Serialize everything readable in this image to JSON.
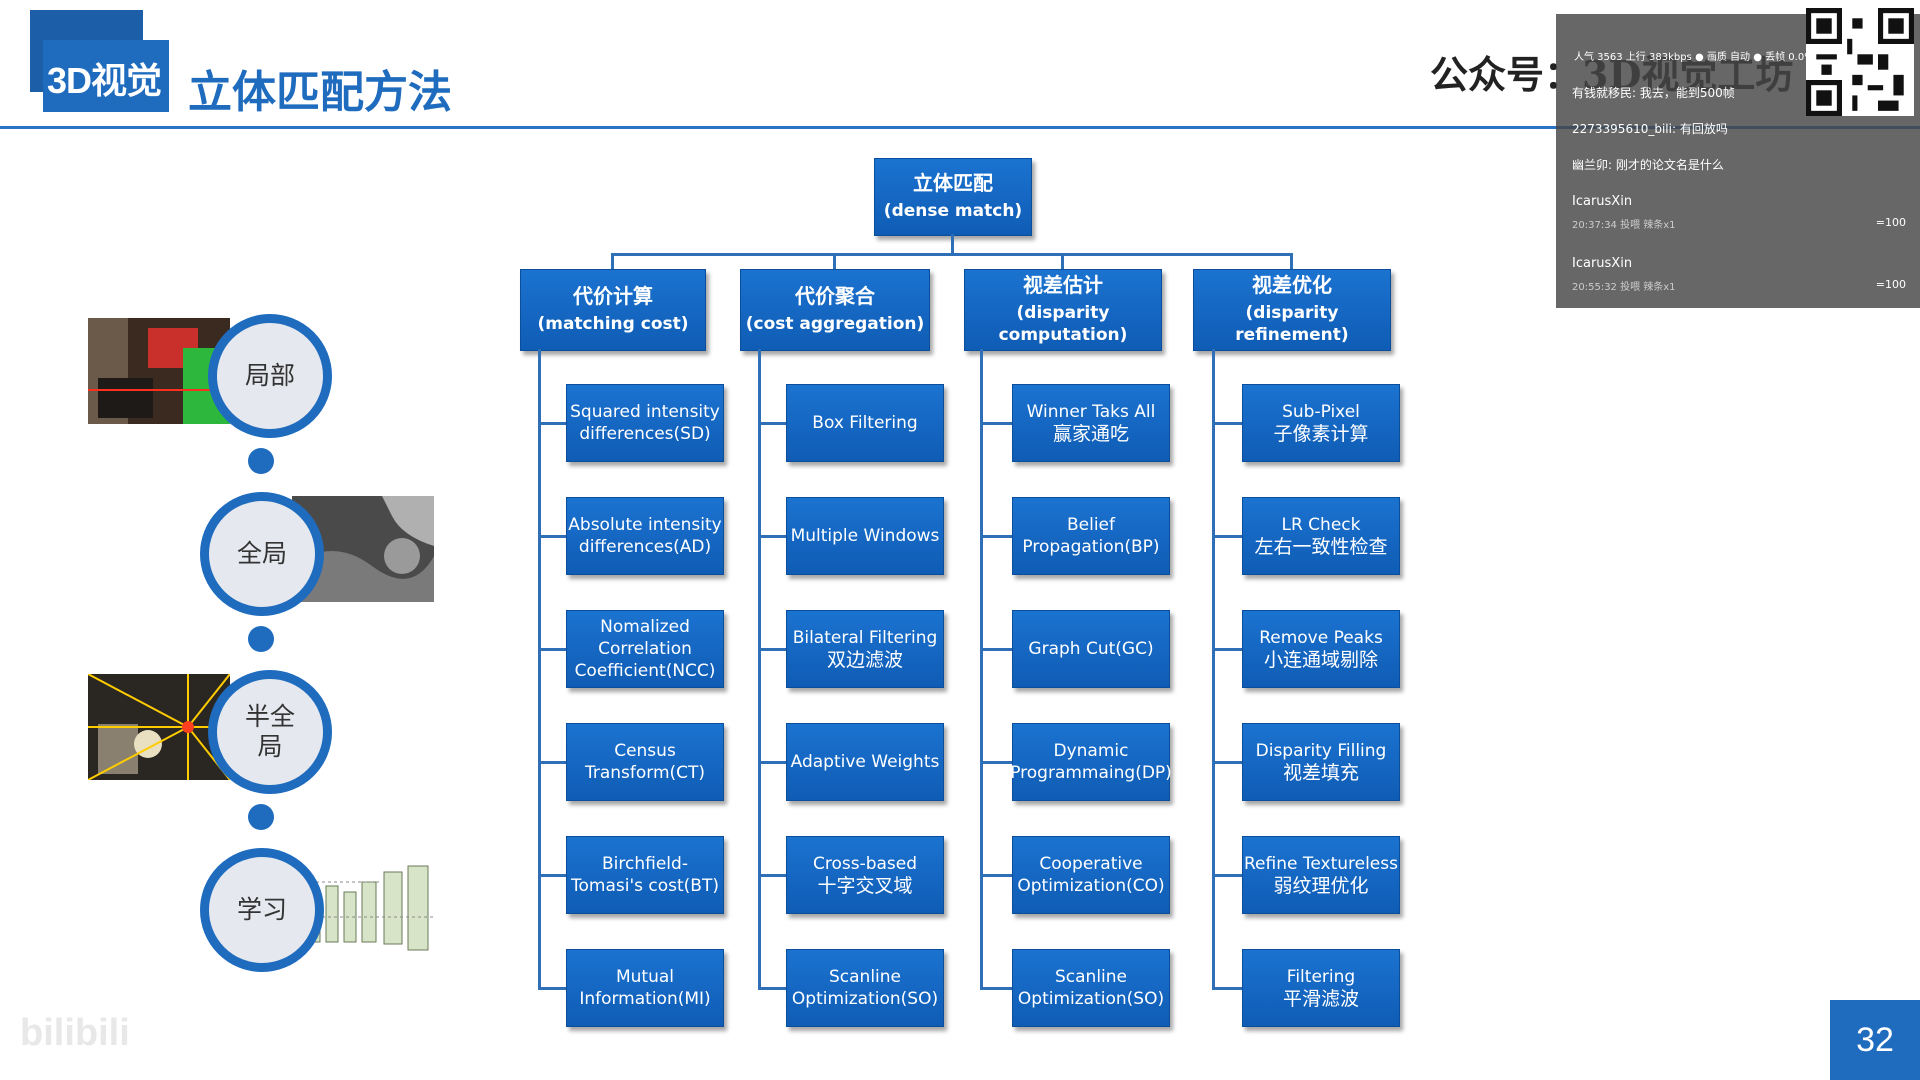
{
  "header": {
    "brand": "3D视觉",
    "title": "立体匹配方法",
    "wechat": "公众号：3D视觉工坊"
  },
  "root": {
    "zh": "立体匹配",
    "en": "(dense match)"
  },
  "categories": [
    {
      "zh": "代价计算",
      "en": "(matching cost)",
      "items": [
        {
          "en": "Squared intensity differences(SD)",
          "zh": ""
        },
        {
          "en": "Absolute intensity differences(AD)",
          "zh": ""
        },
        {
          "en": "Nomalized Correlation Coefficient(NCC)",
          "zh": ""
        },
        {
          "en": "Census Transform(CT)",
          "zh": ""
        },
        {
          "en": "Birchfield-Tomasi's cost(BT)",
          "zh": ""
        },
        {
          "en": "Mutual Information(MI)",
          "zh": ""
        }
      ]
    },
    {
      "zh": "代价聚合",
      "en": "(cost aggregation)",
      "items": [
        {
          "en": "Box Filtering",
          "zh": ""
        },
        {
          "en": "Multiple Windows",
          "zh": ""
        },
        {
          "en": "Bilateral Filtering",
          "zh": "双边滤波"
        },
        {
          "en": "Adaptive Weights",
          "zh": ""
        },
        {
          "en": "Cross-based",
          "zh": "十字交叉域"
        },
        {
          "en": "Scanline Optimization(SO)",
          "zh": ""
        }
      ]
    },
    {
      "zh": "视差估计",
      "en": "(disparity computation)",
      "items": [
        {
          "en": "Winner Taks All",
          "zh": "赢家通吃"
        },
        {
          "en": "Belief Propagation(BP)",
          "zh": ""
        },
        {
          "en": "Graph Cut(GC)",
          "zh": ""
        },
        {
          "en": "Dynamic Programmaing(DP)",
          "zh": ""
        },
        {
          "en": "Cooperative Optimization(CO)",
          "zh": ""
        },
        {
          "en": "Scanline Optimization(SO)",
          "zh": ""
        }
      ]
    },
    {
      "zh": "视差优化",
      "en": "(disparity refinement)",
      "items": [
        {
          "en": "Sub-Pixel",
          "zh": "子像素计算"
        },
        {
          "en": "LR Check",
          "zh": "左右一致性检查"
        },
        {
          "en": "Remove Peaks",
          "zh": "小连通域剔除"
        },
        {
          "en": "Disparity Filling",
          "zh": "视差填充"
        },
        {
          "en": "Refine Textureless",
          "zh": "弱纹理优化"
        },
        {
          "en": "Filtering",
          "zh": "平滑滤波"
        }
      ]
    }
  ],
  "method_types": [
    "局部",
    "全局",
    "半全局",
    "学习"
  ],
  "overlay": {
    "stats": "人气 3563   上行 383kbps   ● 画质 自动   ● 丢帧 0.0%",
    "messages": [
      "有钱就移民: 我去，能到500帧",
      "2273395610_bili: 有回放吗",
      "幽兰卯: 刚才的论文名是什么"
    ],
    "gifts": [
      {
        "user": "IcarusXin",
        "time": "20:37:34 投喂 辣条x1",
        "score": "=100"
      },
      {
        "user": "IcarusXin",
        "time": "20:55:32 投喂 辣条x1",
        "score": "=100"
      }
    ]
  },
  "page_number": "32",
  "watermark": "bilibili"
}
